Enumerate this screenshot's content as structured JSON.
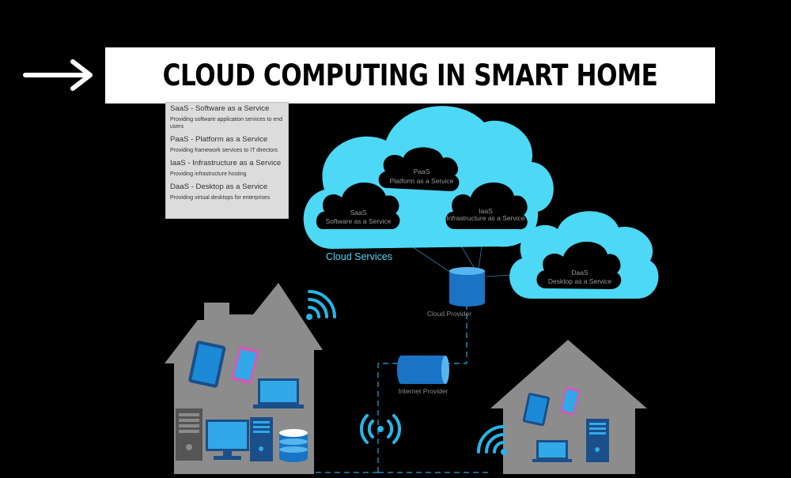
{
  "header": {
    "title": "CLOUD COMPUTING IN SMART HOME",
    "arrow_icon": "arrow-right-icon"
  },
  "legend": {
    "items": [
      {
        "title": "SaaS - Software as a Service",
        "description": "Providing software application services to end users"
      },
      {
        "title": "PaaS - Platform as a Service",
        "description": "Providing framework services to IT directors"
      },
      {
        "title": "IaaS - Infrastructure as a Service",
        "description": "Providing infrastructure hosting"
      },
      {
        "title": "DaaS - Desktop as a Service",
        "description": "Providing virtual desktops for enterprises"
      }
    ]
  },
  "diagram": {
    "cloud_services_label": "Cloud Services",
    "clouds": [
      {
        "name": "PaaS",
        "desc": "Platform as a Service"
      },
      {
        "name": "SaaS",
        "desc": "Software as a Service"
      },
      {
        "name": "IaaS",
        "desc": "Infrastructure as a Service"
      },
      {
        "name": "DaaS",
        "desc": "Desktop as a Service"
      }
    ],
    "cloud_provider_label": "Cloud Provider",
    "internet_provider_label": "Internet Provider"
  },
  "colors": {
    "background": "#000000",
    "cloud": "#4dd8f5",
    "house": "#8c8c8c",
    "device_blue": "#1c8ad6",
    "device_pink": "#d35ab4",
    "wifi": "#26b6e6",
    "connector": "#2aa8d8"
  }
}
